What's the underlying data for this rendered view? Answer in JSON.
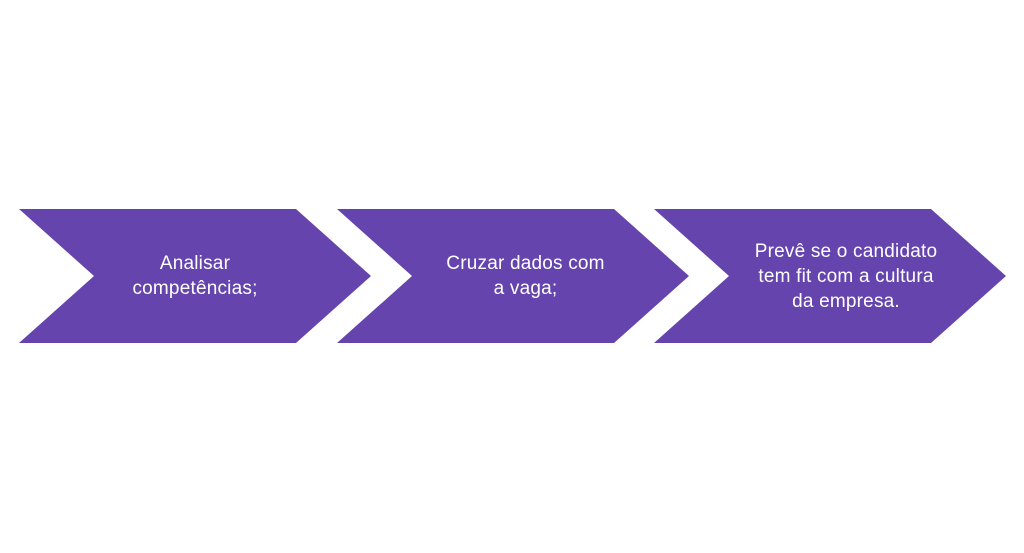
{
  "colors": {
    "chevron_fill": "#6545ad",
    "text": "#ffffff",
    "background": "#ffffff"
  },
  "steps": [
    {
      "label": "Analisar\ncompetências;"
    },
    {
      "label": "Cruzar dados com\na vaga;"
    },
    {
      "label": "Prevê se o candidato\ntem fit com a cultura\nda empresa."
    }
  ]
}
